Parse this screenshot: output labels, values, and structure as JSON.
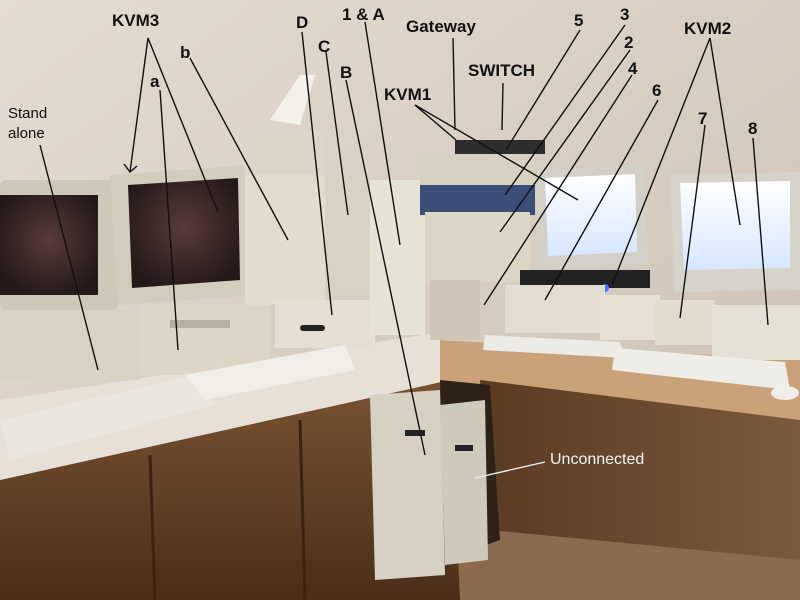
{
  "labels": {
    "kvm3": "KVM3",
    "a": "a",
    "b": "b",
    "d": "D",
    "c": "C",
    "one_and_a": "1 & A",
    "b_upper": "B",
    "gateway": "Gateway",
    "switch": "SWITCH",
    "kvm1": "KVM1",
    "five": "5",
    "three": "3",
    "two": "2",
    "four": "4",
    "six": "6",
    "kvm2": "KVM2",
    "seven": "7",
    "eight": "8",
    "stand_alone_line1": "Stand",
    "stand_alone_line2": "alone",
    "unconnected": "Unconnected"
  },
  "colors": {
    "wall": "#d9cfc4",
    "desk_top": "#e7e2da",
    "wood": "#6b4527",
    "floor": "#8a6a4c",
    "beige_case": "#d8d2c2",
    "screen_dark": "#3a2a2a",
    "screen_bright": "#e8f0ff",
    "led_blue": "#3a7bff"
  }
}
